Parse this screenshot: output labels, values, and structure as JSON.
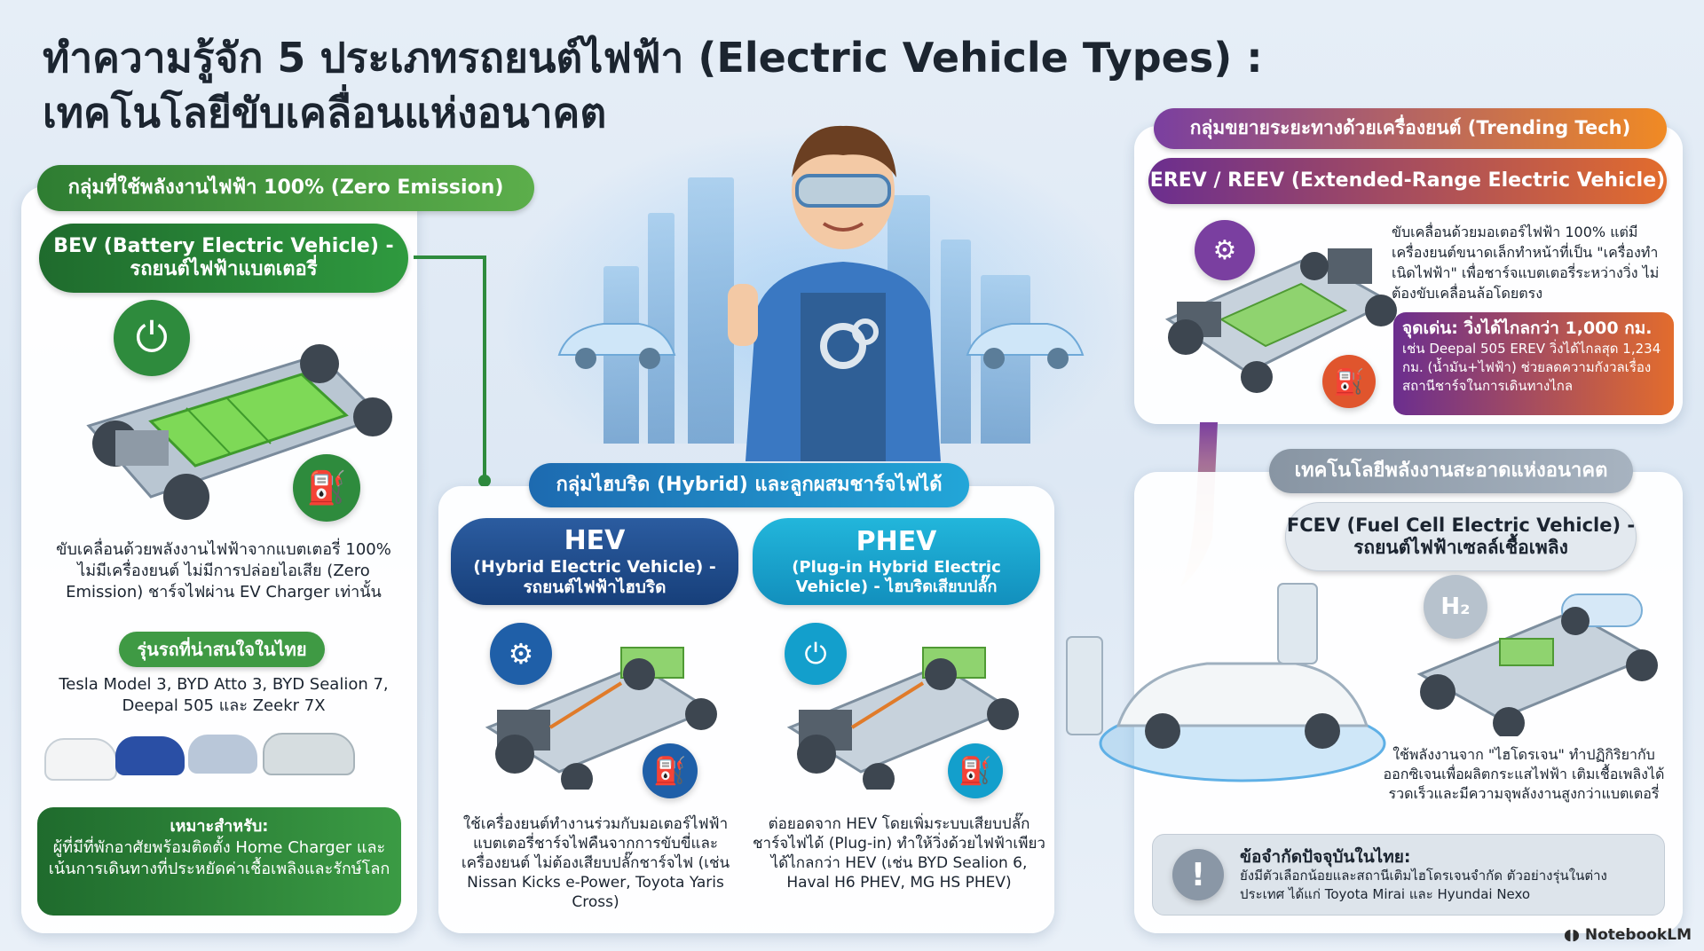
{
  "title": {
    "line1": "ทำความรู้จัก 5 ประเภทรถยนต์ไฟฟ้า (Electric Vehicle Types) :",
    "line2": "เทคโนโลยีขับเคลื่อนแห่งอนาคต"
  },
  "bev_section": {
    "group_label": "กลุ่มที่ใช้พลังงานไฟฟ้า 100% (Zero Emission)",
    "name": "BEV (Battery Electric Vehicle) - รถยนต์ไฟฟ้าแบตเตอรี่",
    "description": "ขับเคลื่อนด้วยพลังงานไฟฟ้าจากแบตเตอรี่ 100% ไม่มีเครื่องยนต์ ไม่มีการปล่อยไอเสีย (Zero Emission) ชาร์จไฟผ่าน EV Charger เท่านั้น",
    "models_label": "รุ่นรถที่น่าสนใจในไทย",
    "models": "Tesla Model 3, BYD Atto 3, BYD Sealion 7, Deepal 505 และ Zeekr 7X",
    "suitable_title": "เหมาะสำหรับ:",
    "suitable_text": "ผู้ที่มีที่พักอาศัยพร้อมติดตั้ง Home Charger และเน้นการเดินทางที่ประหยัดค่าเชื้อเพลิงและรักษ์โลก",
    "icons": [
      "plug-icon",
      "charging-station-icon"
    ]
  },
  "hybrid_section": {
    "group_label": "กลุ่มไฮบริด (Hybrid) และลูกผสมชาร์จไฟได้",
    "hev": {
      "name": "HEV",
      "full": "(Hybrid Electric Vehicle) - รถยนต์ไฟฟ้าไฮบริด",
      "description": "ใช้เครื่องยนต์ทำงานร่วมกับมอเตอร์ไฟฟ้า แบตเตอรี่ชาร์จไฟคืนจากการขับขี่และเครื่องยนต์ ไม่ต้องเสียบปลั๊กชาร์จไฟ (เช่น Nissan Kicks e-Power, Toyota Yaris Cross)"
    },
    "phev": {
      "name": "PHEV",
      "full": "(Plug-in Hybrid Electric Vehicle) - ไฮบริดเสียบปลั๊ก",
      "description": "ต่อยอดจาก HEV โดยเพิ่มระบบเสียบปลั๊กชาร์จไฟได้ (Plug-in) ทำให้วิ่งด้วยไฟฟ้าเพียวได้ไกลกว่า HEV (เช่น BYD Sealion 6, Haval H6 PHEV, MG HS PHEV)"
    }
  },
  "erev_section": {
    "group_label": "กลุ่มขยายระยะทางด้วยเครื่องยนต์ (Trending Tech)",
    "name": "EREV / REEV (Extended-Range Electric Vehicle)",
    "description": "ขับเคลื่อนด้วยมอเตอร์ไฟฟ้า 100% แต่มีเครื่องยนต์ขนาดเล็กทำหน้าที่เป็น \"เครื่องทำเนิดไฟฟ้า\" เพื่อชาร์จแบตเตอรี่ระหว่างวิ่ง ไม่ต้องขับเคลื่อนล้อโดยตรง",
    "highlight_title": "จุดเด่น: วิ่งได้ไกลกว่า 1,000 กม.",
    "highlight_text": "เช่น Deepal 505 EREV วิ่งได้ไกลสุด 1,234 กม. (น้ำมัน+ไฟฟ้า) ช่วยลดความกังวลเรื่องสถานีชาร์จในการเดินทางไกล"
  },
  "fcev_section": {
    "group_label": "เทคโนโลยีพลังงานสะอาดแห่งอนาคต",
    "name": "FCEV (Fuel Cell Electric Vehicle) - รถยนต์ไฟฟ้าเซลล์เชื้อเพลิง",
    "h2_label": "H₂",
    "description": "ใช้พลังงานจาก \"ไฮโดรเจน\" ทำปฏิกิริยากับออกซิเจนเพื่อผลิตกระแสไฟฟ้า เติมเชื้อเพลิงได้รวดเร็วและมีความจุพลังงานสูงกว่าแบตเตอรี่",
    "limit_title": "ข้อจำกัดปัจจุบันในไทย:",
    "limit_text": "ยังมีตัวเลือกน้อยและสถานีเติมไฮโดรเจนจำกัด ตัวอย่างรุ่นในต่างประเทศ ได้แก่ Toyota Mirai และ Hyundai Nexo"
  },
  "brand": "NotebookLM",
  "colors": {
    "green": "#2e8b3d",
    "blue": "#1f5fa8",
    "teal": "#13a3c9",
    "purple_orange_start": "#7a3fa0",
    "purple_orange_end": "#f08a24",
    "gray": "#8a97a6"
  }
}
